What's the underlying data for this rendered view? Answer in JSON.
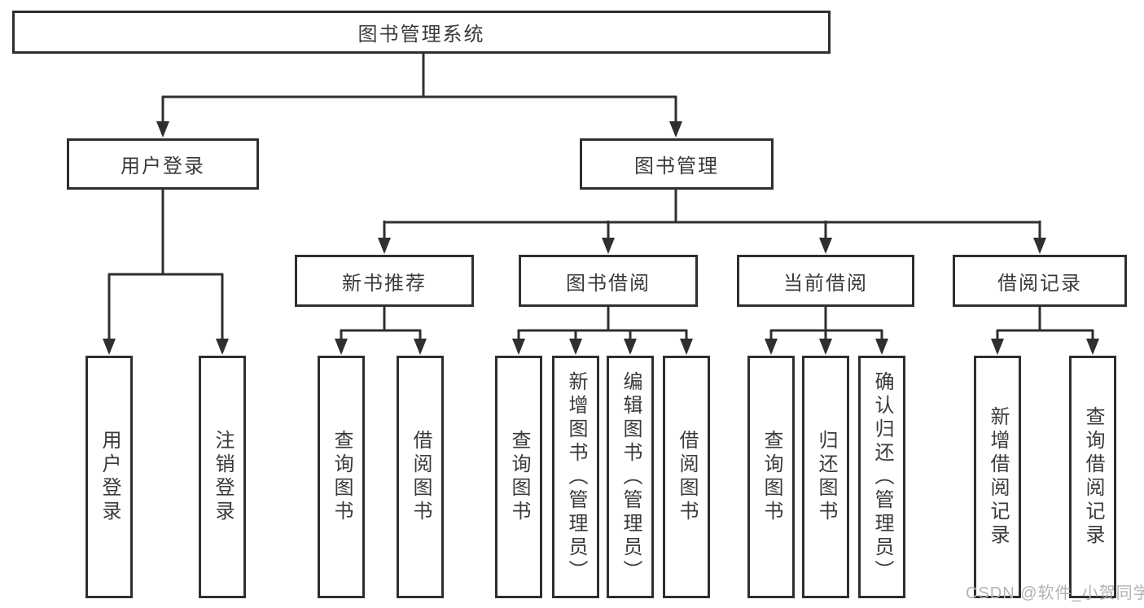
{
  "diagram": {
    "title": "图书管理系统",
    "groups": [
      {
        "label": "用户登录",
        "children": [
          "用户登录",
          "注销登录"
        ]
      },
      {
        "label": "图书管理",
        "subgroups": [
          {
            "label": "新书推荐",
            "children": [
              "查询图书",
              "借阅图书"
            ]
          },
          {
            "label": "图书借阅",
            "children": [
              "查询图书",
              "新增图书（管理员）",
              "编辑图书（管理员）",
              "借阅图书"
            ]
          },
          {
            "label": "当前借阅",
            "children": [
              "查询图书",
              "归还图书",
              "确认归还（管理员）"
            ]
          },
          {
            "label": "借阅记录",
            "children": [
              "新增借阅记录",
              "查询借阅记录"
            ]
          }
        ]
      }
    ],
    "line_color": "#2f2f2f"
  },
  "watermark": {
    "text": "CSDN @软件_小贺同学"
  }
}
